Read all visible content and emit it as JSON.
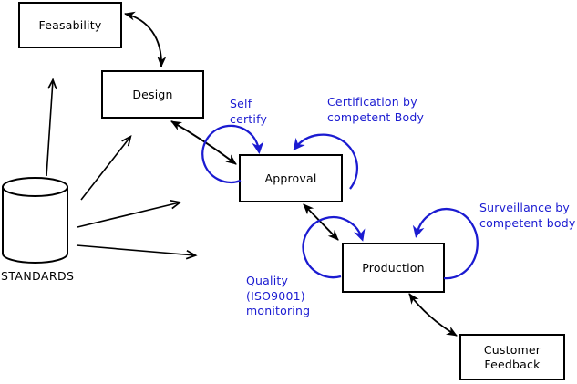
{
  "colors": {
    "background": "#ffffff",
    "line": "#000000",
    "accent_blue": "#1b1bd1"
  },
  "nodes": {
    "feasability": {
      "label": "Feasability"
    },
    "design": {
      "label": "Design"
    },
    "approval": {
      "label": "Approval"
    },
    "production": {
      "label": "Production"
    },
    "customer_feedback": {
      "line1": "Customer",
      "line2": "Feedback"
    }
  },
  "datastore": {
    "label": "STANDARDS",
    "icon": "database-cylinder-icon"
  },
  "annotations": {
    "self_certify": {
      "line1": "Self",
      "line2": "certify"
    },
    "certification": {
      "line1": "Certification by",
      "line2": "competent Body"
    },
    "surveillance": {
      "line1": "Surveillance by",
      "line2": "competent body"
    },
    "quality": {
      "line1": "Quality",
      "line2": "(ISO9001)",
      "line3": "monitoring"
    }
  }
}
